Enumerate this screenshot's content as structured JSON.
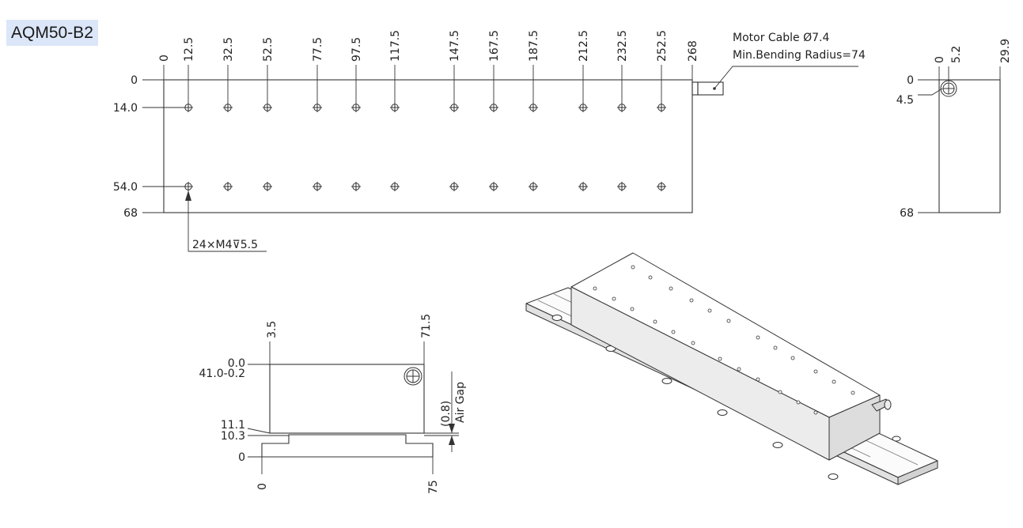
{
  "title": "AQM50-B2",
  "top_view": {
    "x_marks": [
      "0",
      "12.5",
      "32.5",
      "52.5",
      "77.5",
      "97.5",
      "117.5",
      "147.5",
      "167.5",
      "187.5",
      "212.5",
      "232.5",
      "252.5",
      "268"
    ],
    "y_marks": [
      "0",
      "14.0",
      "54.0",
      "68"
    ],
    "cable_note": [
      "Motor Cable Ø7.4",
      "Min.Bending Radius=74"
    ],
    "hole_callout": "24×M4⊽5.5"
  },
  "side_view": {
    "x_marks": [
      "0",
      "5.2",
      "29.9"
    ],
    "y_marks": [
      "0",
      "4.5",
      "68"
    ]
  },
  "end_view": {
    "top_marks": [
      "3.5",
      "71.5"
    ],
    "left_marks": [
      "0.0",
      "41.0-0.2",
      "11.1",
      "10.3",
      "0"
    ],
    "bottom_marks": [
      "0",
      "75"
    ],
    "air_gap_value": "(0.8)",
    "air_gap_label": "Air Gap"
  }
}
